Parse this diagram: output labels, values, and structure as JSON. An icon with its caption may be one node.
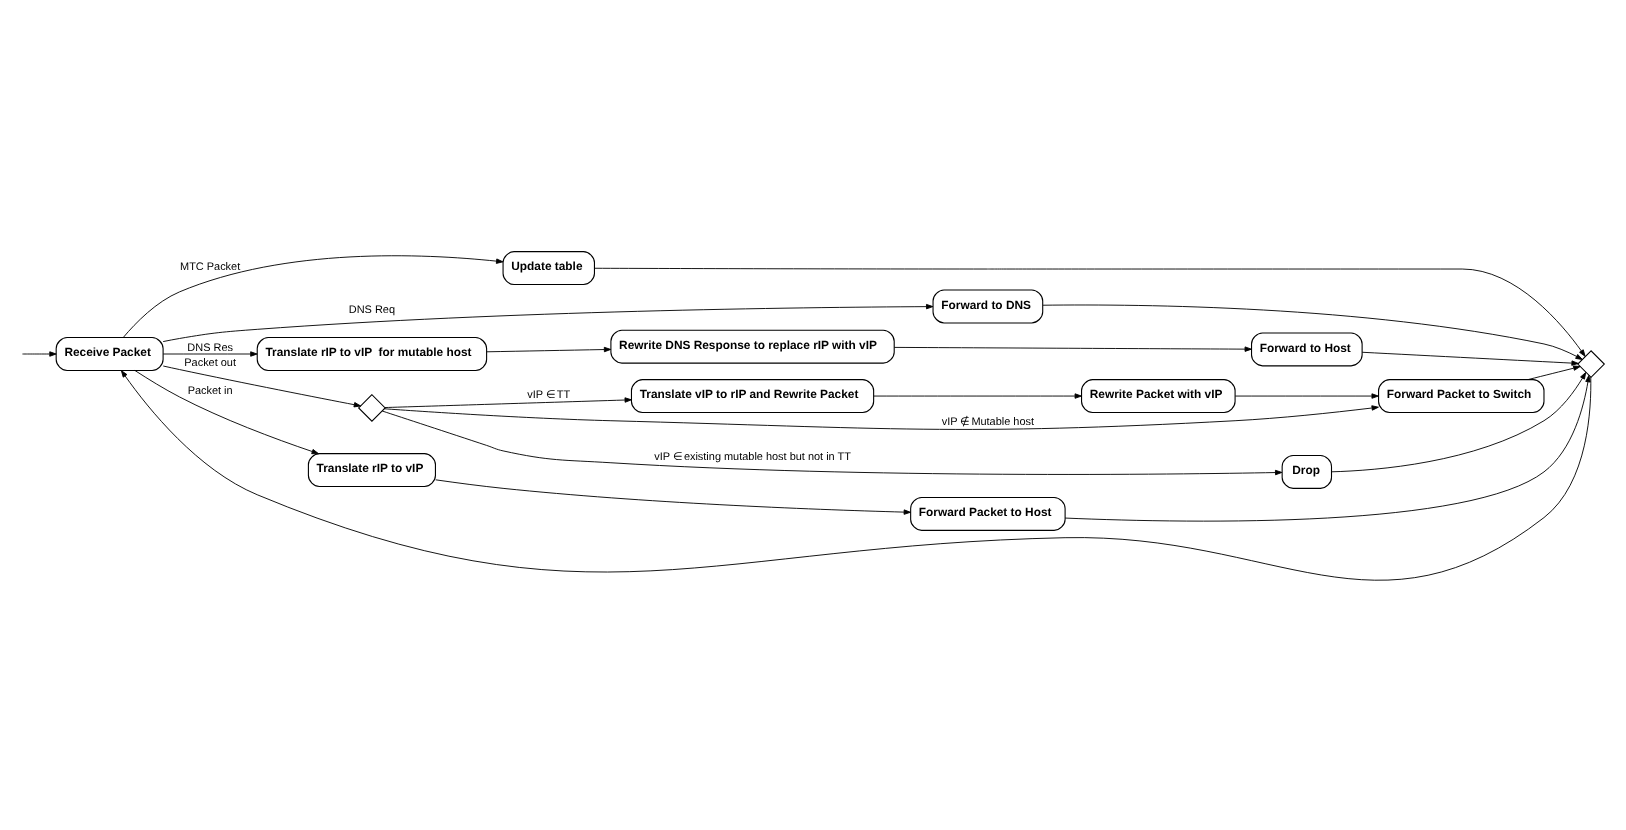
{
  "diagram": {
    "nodes": [
      {
        "text": [
          "Receive Packet"
        ]
      },
      {
        "text": [
          "Update table"
        ]
      },
      {
        "text": [
          "Forward to DNS"
        ]
      },
      {
        "text": [
          "Translate rIP to vIP  for mutable host"
        ]
      },
      {
        "text": [
          "Rewrite DNS Response to replace rIP with vIP"
        ]
      },
      {
        "text": [
          "Forward to Host"
        ]
      },
      {
        "text": [],
        "shape": "diamond"
      },
      {
        "text": [
          "Translate vIP to rIP and Rewrite Packet"
        ]
      },
      {
        "text": [
          "Rewrite Packet with vIP"
        ]
      },
      {
        "text": [
          "Forward Packet to Switch"
        ]
      },
      {
        "text": [
          "Drop"
        ]
      },
      {
        "text": [
          "Translate rIP to vIP"
        ]
      },
      {
        "text": [
          "Forward Packet to Host"
        ]
      },
      {
        "text": [],
        "shape": "diamond"
      }
    ],
    "edges": [
      {
        "from": null,
        "to": 0,
        "arrow": "to"
      },
      {
        "from": 0,
        "to": 1,
        "arrow": "to",
        "label": "MTC Packet"
      },
      {
        "from": 0,
        "to": 2,
        "arrow": "to",
        "label": "DNS Req"
      },
      {
        "from": 0,
        "to": 3,
        "arrow": "to",
        "label": "DNS Res"
      },
      {
        "from": 3,
        "to": 4,
        "arrow": "to"
      },
      {
        "from": 4,
        "to": 5,
        "arrow": "to"
      },
      {
        "from": 0,
        "to": 6,
        "arrow": "to",
        "label": "Packet out"
      },
      {
        "from": 6,
        "to": 7,
        "arrow": "to",
        "label": "vIP ∈ TT"
      },
      {
        "from": 7,
        "to": 8,
        "arrow": "to"
      },
      {
        "from": 8,
        "to": 9,
        "arrow": "to"
      },
      {
        "from": 6,
        "to": 9,
        "arrow": "to",
        "label": "vIP ∉ Mutable host"
      },
      {
        "from": 6,
        "to": 10,
        "arrow": "to",
        "label": "vIP ∈ existing mutable host but not in TT"
      },
      {
        "from": 0,
        "to": 11,
        "arrow": "to",
        "label": "Packet in"
      },
      {
        "from": 11,
        "to": 12,
        "arrow": "to"
      },
      {
        "from": 1,
        "to": 13,
        "arrow": "to"
      },
      {
        "from": 2,
        "to": 13,
        "arrow": "to"
      },
      {
        "from": 5,
        "to": 13,
        "arrow": "to"
      },
      {
        "from": 9,
        "to": 13,
        "arrow": "to"
      },
      {
        "from": 10,
        "to": 13,
        "arrow": "to"
      },
      {
        "from": 12,
        "to": 13,
        "arrow": "to"
      },
      {
        "from": 13,
        "to": 0,
        "arrow": "to"
      }
    ]
  }
}
